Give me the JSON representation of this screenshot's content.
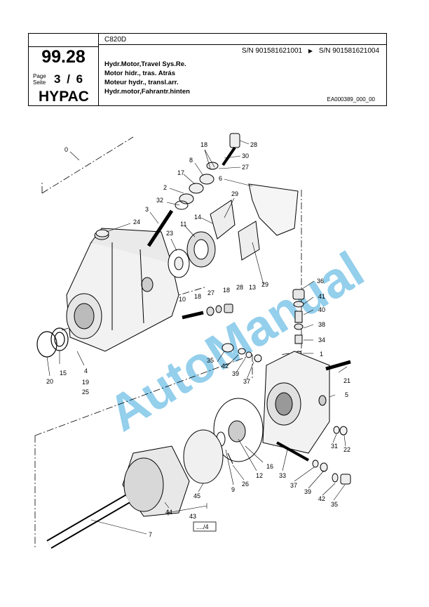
{
  "header": {
    "model": "C820D",
    "serial_from": "S/N 901581621001",
    "serial_arrow": "▶",
    "serial_to": "S/N 901581621004",
    "group_number": "99.28",
    "page_label_de": "Page",
    "page_label_en": "Seite",
    "page_current": "3",
    "page_sep": "/",
    "page_total": "6",
    "brand": "HYPAC",
    "titles": [
      "Hydr.Motor,Travel Sys.Re.",
      "Motor hidr., tras. Atrás",
      "Moteur hydr., transl.arr.",
      "Hydr.motor,Fahrantr.hinten"
    ],
    "doc_id": "EA000389_000_00"
  },
  "diagram": {
    "labels": [
      "0",
      "28",
      "18",
      "30",
      "8",
      "27",
      "17",
      "6",
      "2",
      "29",
      "32",
      "3",
      "14",
      "24",
      "23",
      "11",
      "29",
      "36",
      "10",
      "18",
      "27",
      "18",
      "28",
      "13",
      "41",
      "40",
      "38",
      "34",
      "1",
      "35",
      "42",
      "39",
      "37",
      "21",
      "5",
      "20",
      "15",
      "4",
      "19",
      "25",
      "31",
      "22",
      "16",
      "12",
      "26",
      "9",
      "33",
      "37",
      "39",
      "42",
      "35",
      "45",
      "44",
      "43",
      "7"
    ],
    "ref_box": "..../4",
    "watermark": "AutoManual"
  }
}
